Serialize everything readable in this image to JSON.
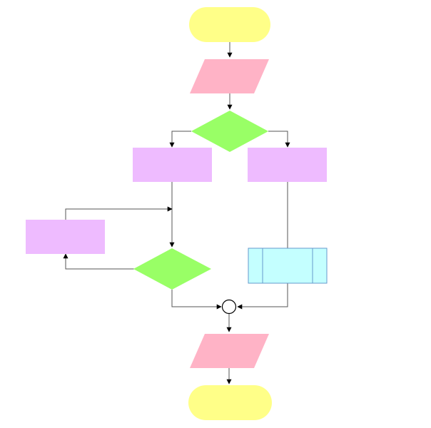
{
  "diagram": {
    "type": "flowchart",
    "colors": {
      "terminal": "#ffff88",
      "io": "#ffb3c6",
      "decision": "#99ff66",
      "process": "#eebbff",
      "predefined": "#c4ffff",
      "predefined_border": "#6699cc",
      "connector": "#ffffff",
      "line": "#555555",
      "arrow": "#000000"
    },
    "nodes": {
      "start": {
        "shape": "terminal",
        "text": ""
      },
      "input": {
        "shape": "io",
        "text": ""
      },
      "decision_top": {
        "shape": "decision",
        "text": ""
      },
      "process_left": {
        "shape": "process",
        "text": ""
      },
      "process_right": {
        "shape": "process",
        "text": ""
      },
      "loop_process": {
        "shape": "process",
        "text": ""
      },
      "decision_loop": {
        "shape": "decision",
        "text": ""
      },
      "subroutine": {
        "shape": "predefined",
        "text": ""
      },
      "merge": {
        "shape": "connector",
        "text": ""
      },
      "output": {
        "shape": "io",
        "text": ""
      },
      "end": {
        "shape": "terminal",
        "text": ""
      }
    },
    "edges": [
      {
        "from": "start",
        "to": "input"
      },
      {
        "from": "input",
        "to": "decision_top"
      },
      {
        "from": "decision_top",
        "to": "process_left"
      },
      {
        "from": "decision_top",
        "to": "process_right"
      },
      {
        "from": "process_left",
        "to": "decision_loop"
      },
      {
        "from": "decision_loop",
        "to": "loop_process"
      },
      {
        "from": "loop_process",
        "to": "decision_loop"
      },
      {
        "from": "process_right",
        "to": "subroutine"
      },
      {
        "from": "decision_loop",
        "to": "merge"
      },
      {
        "from": "subroutine",
        "to": "merge"
      },
      {
        "from": "merge",
        "to": "output"
      },
      {
        "from": "output",
        "to": "end"
      }
    ]
  }
}
